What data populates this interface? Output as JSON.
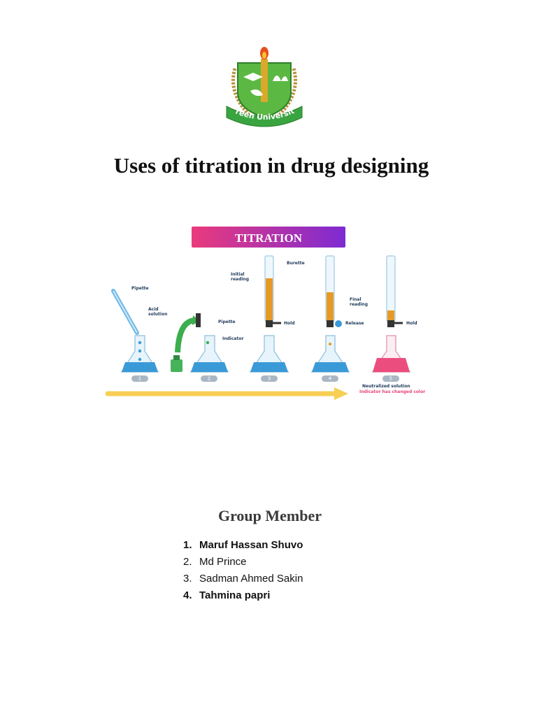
{
  "logo": {
    "ribbon_text": "Green University"
  },
  "document": {
    "title": "Uses of titration in drug designing"
  },
  "figure": {
    "banner": "TITRATION",
    "labels": {
      "pipette_1": "Pipette",
      "acid_solution_1": "Acid",
      "acid_solution_2": "solution",
      "pipette_2": "Pipette",
      "indicator": "Indicator",
      "initial_reading_1": "Initial",
      "initial_reading_2": "reading",
      "burette": "Burette",
      "hold_1": "Hold",
      "release": "Release",
      "final_reading_1": "Final",
      "final_reading_2": "reading",
      "hold_2": "Hold",
      "neutralized": "Neutralized solution",
      "indicator_changed": "Indicator has changed color"
    },
    "steps": [
      "1",
      "2",
      "3",
      "4",
      "5"
    ],
    "colors": {
      "banner_start": "#ea3a7c",
      "banner_end": "#7e2bd2",
      "liquid_blue": "#3a9ad8",
      "liquid_pink": "#ea4d7e",
      "titrant": "#e69a25",
      "arrow": "#f7cf55"
    }
  },
  "group": {
    "heading": "Group Member",
    "members": [
      {
        "number": "1.",
        "name": "Maruf Hassan Shuvo"
      },
      {
        "number": "2.",
        "name": "Md Prince"
      },
      {
        "number": "3.",
        "name": "Sadman Ahmed Sakin"
      },
      {
        "number": "4.",
        "name": "Tahmina papri"
      }
    ]
  }
}
